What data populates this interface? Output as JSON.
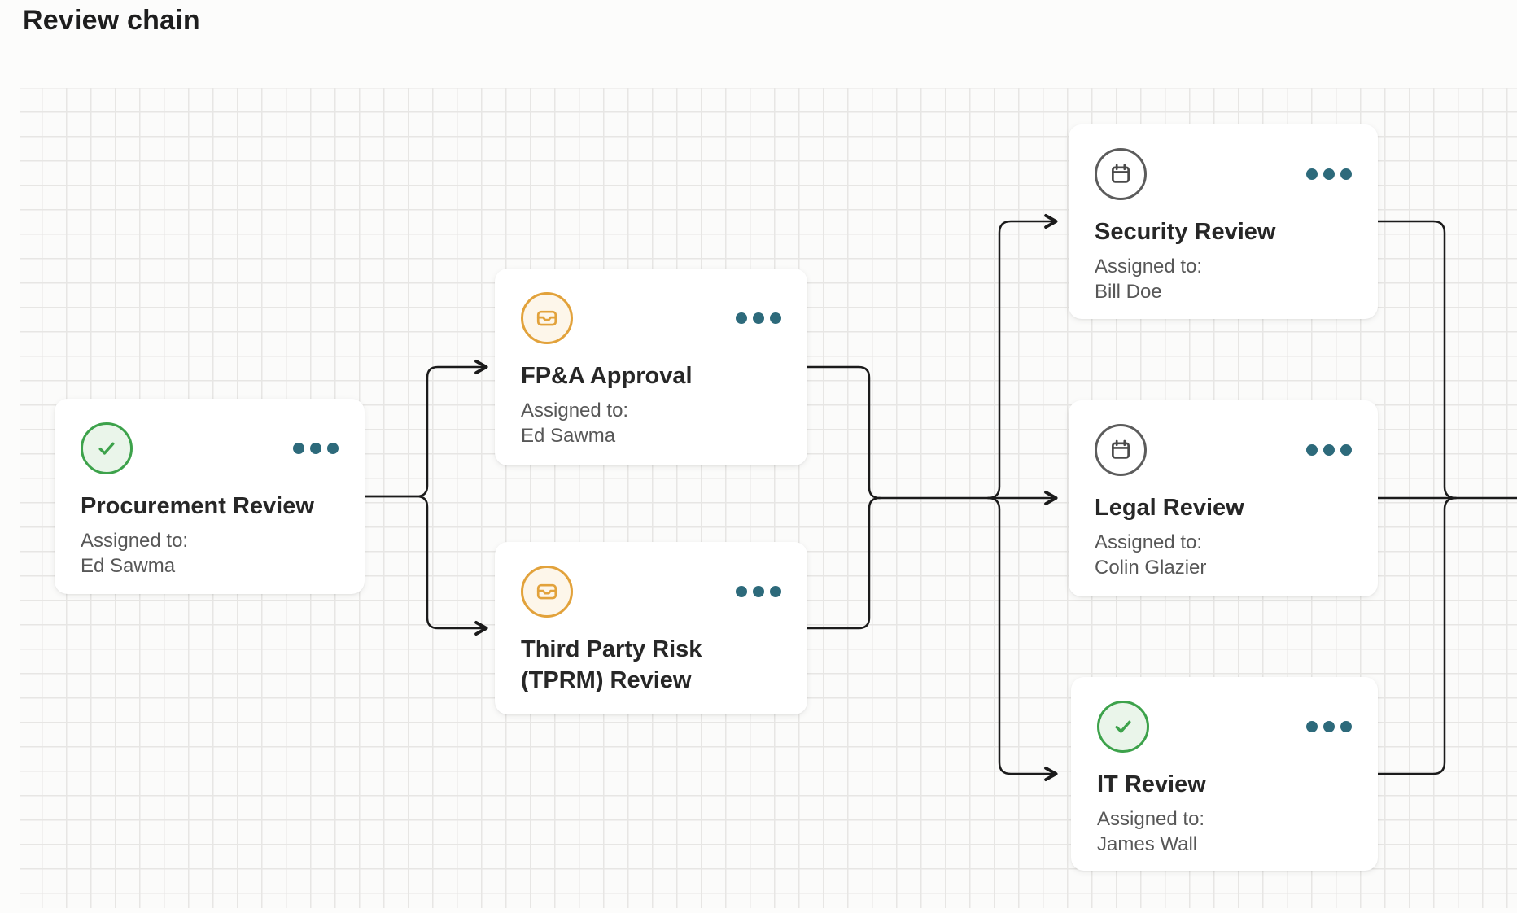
{
  "page": {
    "title": "Review chain"
  },
  "cards": [
    {
      "id": "procurement",
      "title": "Procurement Review",
      "assigned_label": "Assigned to:",
      "assignee": "Ed Sawma",
      "status_icon": "check-circle",
      "menu_icon": "ellipsis"
    },
    {
      "id": "fpa",
      "title": "FP&A Approval",
      "assigned_label": "Assigned to:",
      "assignee": "Ed Sawma",
      "status_icon": "inbox-circle",
      "menu_icon": "ellipsis"
    },
    {
      "id": "tprm",
      "title": "Third Party Risk (TPRM) Review",
      "status_icon": "inbox-circle",
      "menu_icon": "ellipsis"
    },
    {
      "id": "security",
      "title": "Security Review",
      "assigned_label": "Assigned to:",
      "assignee": "Bill Doe",
      "status_icon": "calendar-circle",
      "menu_icon": "ellipsis"
    },
    {
      "id": "legal",
      "title": "Legal Review",
      "assigned_label": "Assigned to:",
      "assignee": "Colin Glazier",
      "status_icon": "calendar-circle",
      "menu_icon": "ellipsis"
    },
    {
      "id": "it",
      "title": "IT Review",
      "assigned_label": "Assigned to:",
      "assignee": "James Wall",
      "status_icon": "check-circle",
      "menu_icon": "ellipsis"
    }
  ],
  "colors": {
    "connector": "#1b1b1b",
    "menu_dots": "#2d6a7b",
    "status_complete_green": "#3da24b",
    "status_complete_fill": "#eaf5ea",
    "status_inbox_orange": "#e2a23b",
    "status_inbox_fill": "#fdf6ea",
    "status_calendar_gray": "#5c5c5c",
    "grid_line": "#e7e6e4",
    "canvas_bg": "#fbfbfa",
    "card_bg": "#ffffff"
  }
}
